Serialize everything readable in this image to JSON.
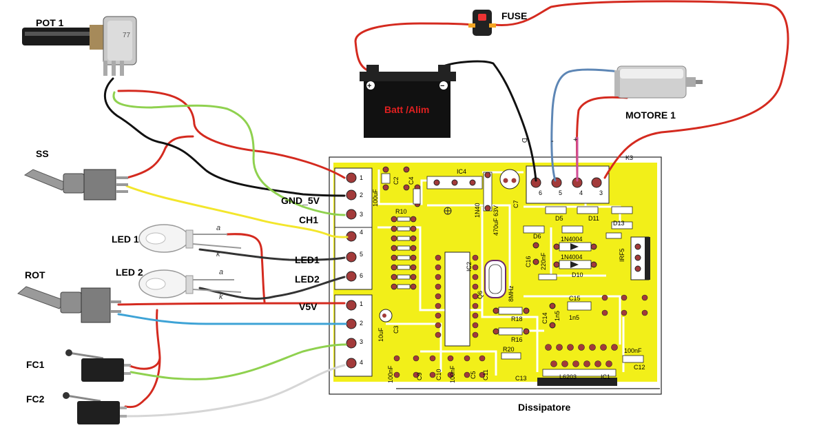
{
  "labels": {
    "pot1": "POT 1",
    "ss": "SS",
    "led1": "LED 1",
    "led2": "LED 2",
    "rot": "ROT",
    "fc1": "FC1",
    "fc2": "FC2",
    "fuse": "FUSE",
    "battery": "Batt /Alim",
    "motor": "MOTORE 1",
    "dissipatore": "Dissipatore"
  },
  "connector_labels": {
    "gnd_5v": "GND_5V",
    "ch1": "CH1",
    "led1": "LED1",
    "led2": "LED2",
    "v5v": "V5V"
  },
  "led_leads": {
    "a": "a",
    "k": "k"
  },
  "battery_terminals": {
    "plus": "+",
    "minus": "−"
  },
  "motor_leads": {
    "minus": "-",
    "plus": "+",
    "d": "D"
  },
  "connector_pins": {
    "left_top": [
      "1",
      "2",
      "3"
    ],
    "left_mid": [
      "4",
      "5",
      "6"
    ],
    "left_bottom": [
      "1",
      "2",
      "3",
      "4"
    ],
    "top_right": [
      "6",
      "5",
      "4",
      "3"
    ]
  },
  "board_components": {
    "ic4": "IC4",
    "ic2": "IC2",
    "ic1": "IC1",
    "l6203": "L6203",
    "c7": "C7",
    "cap_470uf": "470uF 63V",
    "cap_100uf": "100uF",
    "c2": "C2",
    "c3": "C3",
    "c4": "C4",
    "c5": "C5",
    "c9": "C9",
    "c10": "C10",
    "c11": "C11",
    "c12": "C12",
    "c13": "C13",
    "c14": "C14",
    "c15": "C15",
    "c16": "C16",
    "c_1n5": "1n5",
    "c_220nf": "220nF",
    "c_100nf": "100nF",
    "c_10uf": "10uF",
    "crystal": "8MHz",
    "r10": "R10",
    "r16": "R16",
    "r18": "R18",
    "r20": "R20",
    "d5": "D5",
    "d6": "D6",
    "d10": "D10",
    "d11": "D11",
    "d13": "D13",
    "diode_1n4004": "1N4004",
    "diode_1n40": "1N40",
    "q6": "Q6",
    "irf5": "IRF5",
    "k3": "K3"
  },
  "colors": {
    "board_fill": "#f2ef19",
    "wire_red": "#d42a1f",
    "wire_black": "#111111",
    "wire_yellow": "#f3e62c",
    "wire_green": "#8fd14f",
    "wire_blue": "#3ea3d6",
    "wire_white": "#d6d6d6",
    "wire_motor_blue": "#5d86b5",
    "wire_pink": "#d14f97",
    "pad_fill": "#a23a3a"
  }
}
